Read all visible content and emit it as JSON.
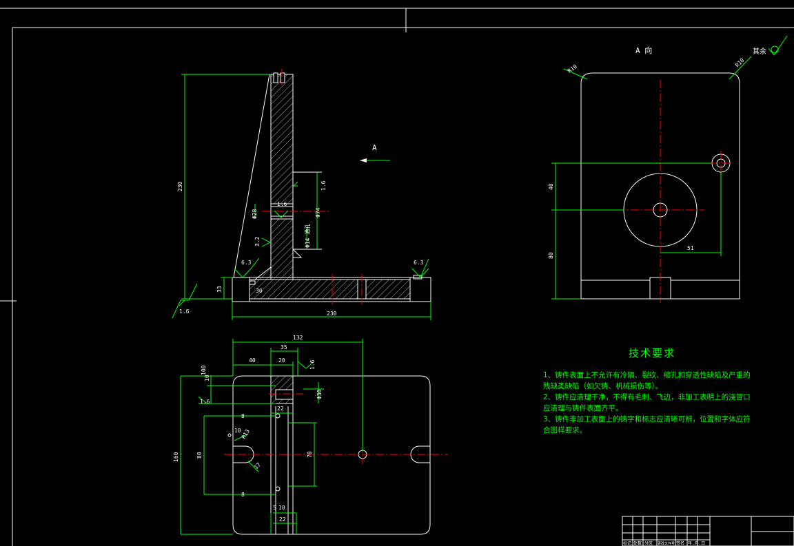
{
  "view_labels": {
    "view_a": "A   向",
    "arrow_a": "A"
  },
  "finish": {
    "rest": "其余",
    "symbol_rest": "✓"
  },
  "dimensions_front": {
    "height": "230",
    "base_height": "33",
    "base_width": "230",
    "dia_hole_a": "Φ28",
    "dia_hole_b": "Φ74",
    "dia_hole_c": "Φ14 通孔",
    "rough_1": "1.6",
    "rough_2": "1.6",
    "rough_3": "3.2",
    "rough_4": "1.6",
    "rough_5": "6.3",
    "rough_6": "6.3",
    "rough_7": "1.6",
    "base_mark": "30"
  },
  "dimensions_side": {
    "r_left": "R10",
    "r_right": "R10",
    "h_upper": "40",
    "h_lower": "80",
    "w_offset": "51"
  },
  "dimensions_top": {
    "total": "132",
    "w35": "35",
    "w40": "40",
    "w20": "20",
    "height": "160",
    "d_phi30": "Φ30",
    "r_rough": "1.6",
    "r_rough2": "1.6",
    "w22": "22",
    "h80": "80",
    "h70": "70",
    "d10": "10",
    "w5": "5",
    "w10": "10",
    "w22b": "22",
    "r13": "R13",
    "h8a": "8",
    "h8b": "8",
    "ch": "17",
    "t10": "10",
    "t100": "100"
  },
  "tech": {
    "title": "技术要求",
    "items": [
      "1、铸件表面上不允许有冷隔、裂纹、缩孔和穿透性缺陷及严重的残缺类缺陷（如欠铸、机械损伤等）。",
      "2、铸件应清理干净，不得有毛刺、飞边，非加工表明上的浇冒口应清理与铸件表面齐平。",
      "3、铸件非加工表面上的铸字和标志应清晰可辨，位置和字体应符合图样要求。"
    ]
  },
  "title_block": {
    "c1": "标记",
    "c2": "处数",
    "c3": "分区",
    "c4": "更改文件号",
    "c5": "签名",
    "c6": "年.月.日"
  },
  "colors": {
    "white": "#ffffff",
    "green": "#00ff00",
    "red": "#ff0000"
  }
}
